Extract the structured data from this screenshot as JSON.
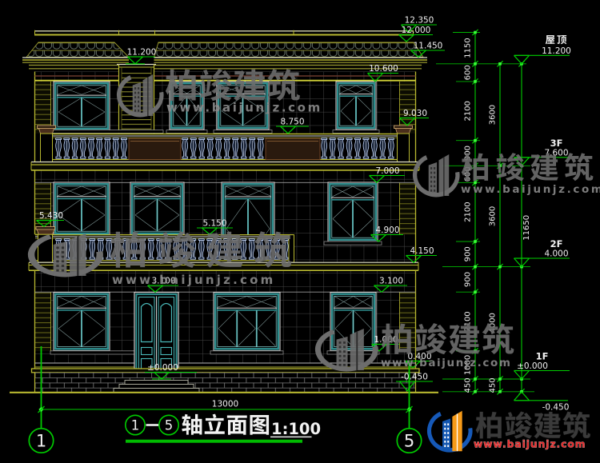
{
  "page": {
    "background": "#000000"
  },
  "title_block": {
    "axis_from": "1",
    "dash": "—",
    "axis_to": "5",
    "title": "轴立面图",
    "scale": "1:100"
  },
  "axis_bubbles": [
    {
      "label": "1"
    },
    {
      "label": "5"
    }
  ],
  "dimensions": {
    "horizontal_overall": "13000",
    "chain_inner": [
      "1150",
      "600",
      "2100",
      "900",
      "600",
      "2100",
      "900",
      "900",
      "2100",
      "1000",
      "450"
    ],
    "chain_mid": [
      "3600",
      "3600",
      "4000",
      "450"
    ],
    "chain_outer": [
      "11650"
    ]
  },
  "levels_right": [
    {
      "label": "屋顶",
      "value": "11.200"
    },
    {
      "label": "3F",
      "value": "7.600"
    },
    {
      "label": "2F",
      "value": "4.000"
    },
    {
      "label": "1F",
      "value": "±0.000"
    },
    {
      "label": "",
      "value": "-0.450"
    }
  ],
  "elevation_callouts": [
    {
      "value": "12.350"
    },
    {
      "value": "12.000"
    },
    {
      "value": "11.450"
    },
    {
      "value": "11.200"
    },
    {
      "value": "10.600"
    },
    {
      "value": "9.030"
    },
    {
      "value": "8.750"
    },
    {
      "value": "7.000"
    },
    {
      "value": "5.430"
    },
    {
      "value": "5.150"
    },
    {
      "value": "4.900"
    },
    {
      "value": "4.150"
    },
    {
      "value": "3.100"
    },
    {
      "value": "3.100"
    },
    {
      "value": "1.000"
    },
    {
      "value": "0.400"
    },
    {
      "value": "±0.000"
    },
    {
      "value": "-0.450"
    }
  ],
  "watermark": {
    "brand": "柏竣建筑",
    "url": "www.baijunjz.com"
  },
  "logo": {
    "brand": "柏竣建筑",
    "url": "www.baijunjz.com"
  },
  "colors": {
    "line_yellow": "#b8b830",
    "line_green": "#00cc00",
    "line_white": "#e0e0e0",
    "window_teal": "#2e8f8f",
    "brand_red": "#e03030",
    "brand_blue": "#1659b8",
    "brand_orange": "#f59a18",
    "watermark_gray": "#737373"
  }
}
